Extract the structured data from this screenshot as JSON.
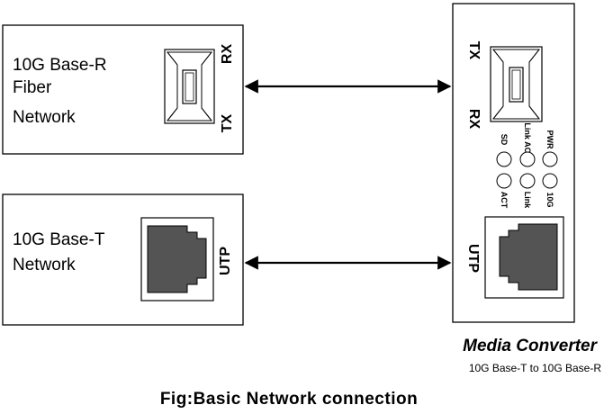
{
  "fiber_box": {
    "line1": "10G Base-R",
    "line2": "Fiber",
    "line3": "Network",
    "port_rx": "RX",
    "port_tx": "TX",
    "port_icon": "sfp-fiber-port-icon"
  },
  "copper_box": {
    "line1": "10G Base-T",
    "line2": "Network",
    "port_label": "UTP",
    "port_icon": "rj45-port-icon"
  },
  "converter": {
    "port_tx": "TX",
    "port_rx": "RX",
    "port_icon": "sfp-fiber-port-icon",
    "led_top": [
      "SD",
      "Link ACT",
      "PWR"
    ],
    "led_bottom": [
      "ACT",
      "Link",
      "10G"
    ],
    "utp_label": "UTP",
    "utp_icon": "rj45-port-icon",
    "name": "Media Converter",
    "subtitle": "10G Base-T to 10G Base-R"
  },
  "connections": [
    {
      "from": "fiber_box",
      "to": "converter",
      "style": "double-arrow"
    },
    {
      "from": "copper_box",
      "to": "converter",
      "style": "double-arrow"
    }
  ],
  "caption": "Fig:Basic Network connection"
}
